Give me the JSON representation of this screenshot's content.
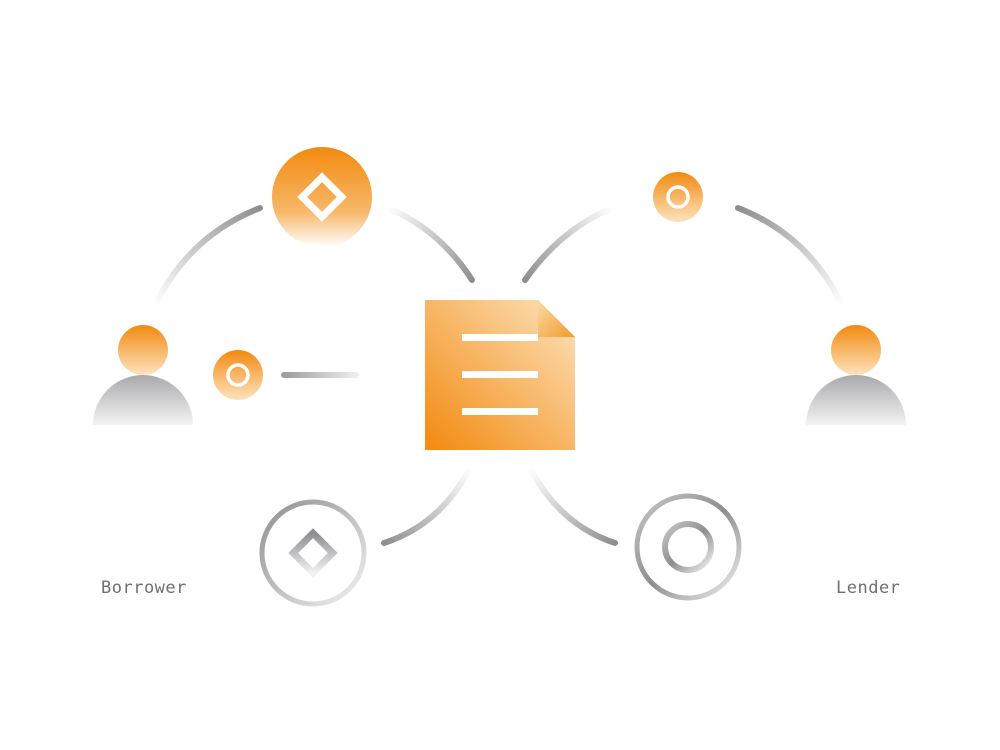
{
  "parties": {
    "borrower": {
      "label": "Borrower",
      "icon": "person-icon"
    },
    "lender": {
      "label": "Lender",
      "icon": "person-icon"
    }
  },
  "center": {
    "icon": "document-icon"
  },
  "tokens": [
    {
      "name": "diamond-token-orange",
      "icon": "diamond-icon",
      "style": "filled-orange"
    },
    {
      "name": "coin-token-orange",
      "icon": "ring-icon",
      "style": "filled-orange"
    },
    {
      "name": "coin-token-orange-small",
      "icon": "ring-icon",
      "style": "filled-orange"
    },
    {
      "name": "diamond-token-gray",
      "icon": "diamond-icon",
      "style": "outline-gray"
    },
    {
      "name": "coin-token-gray",
      "icon": "ring-icon",
      "style": "outline-gray"
    }
  ],
  "colors": {
    "accent": "#f28a0f",
    "accent_light": "#fde3bf",
    "gray": "#8e8e92",
    "gray_light": "#eeeeee",
    "text": "#6f6f6f"
  }
}
